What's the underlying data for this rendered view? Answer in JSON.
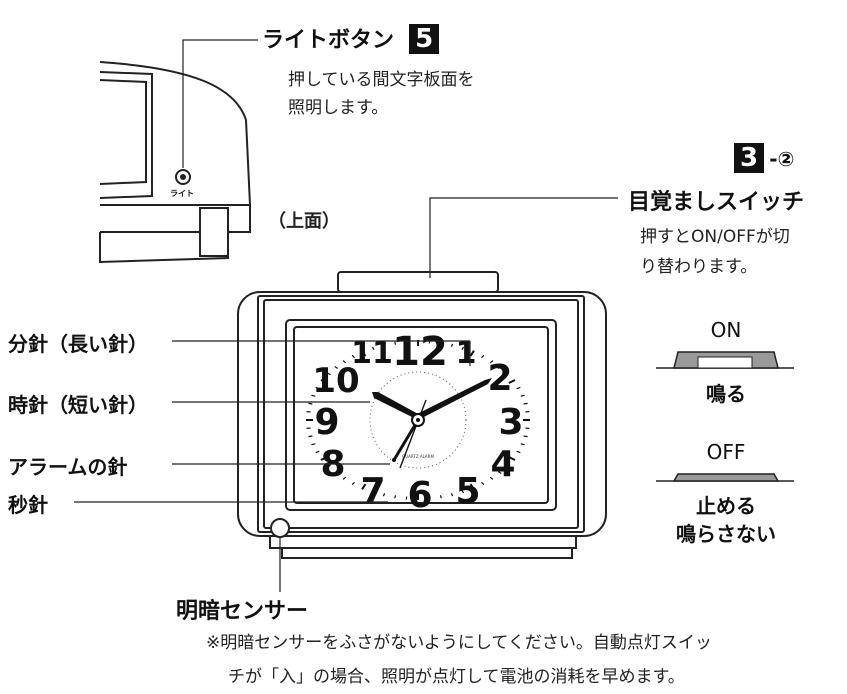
{
  "light_button": {
    "title": "ライトボタン",
    "badge": "5",
    "desc_line1": "押している間文字板面を",
    "desc_line2": "照明します。",
    "icon_label": "ライト"
  },
  "top_view_label": "（上面）",
  "alarm_switch": {
    "badge": "3",
    "badge_suffix": "-②",
    "title": "目覚ましスイッチ",
    "desc_line1": "押すとON/OFFが切",
    "desc_line2": "り替わります。"
  },
  "switch_states": {
    "on_label": "ON",
    "on_desc": "鳴る",
    "off_label": "OFF",
    "off_desc_line1": "止める",
    "off_desc_line2": "鳴らさない"
  },
  "hands": {
    "minute": "分針（長い針）",
    "hour": "時針（短い針）",
    "alarm": "アラームの針",
    "second": "秒針"
  },
  "sensor": {
    "title": "明暗センサー",
    "note_line1": "※明暗センサーをふさがないようにしてください。自動点灯スイッ",
    "note_line2": "チが「入」の場合、照明が点灯して電池の消耗を早めます。"
  },
  "dial": {
    "numbers": [
      "12",
      "1",
      "2",
      "3",
      "4",
      "5",
      "6",
      "7",
      "8",
      "9",
      "10",
      "11"
    ],
    "brand_text": "QUARTZ ALARM"
  },
  "colors": {
    "ink": "#111111",
    "switch_gray": "#9a9a9a",
    "line": "#222222"
  }
}
